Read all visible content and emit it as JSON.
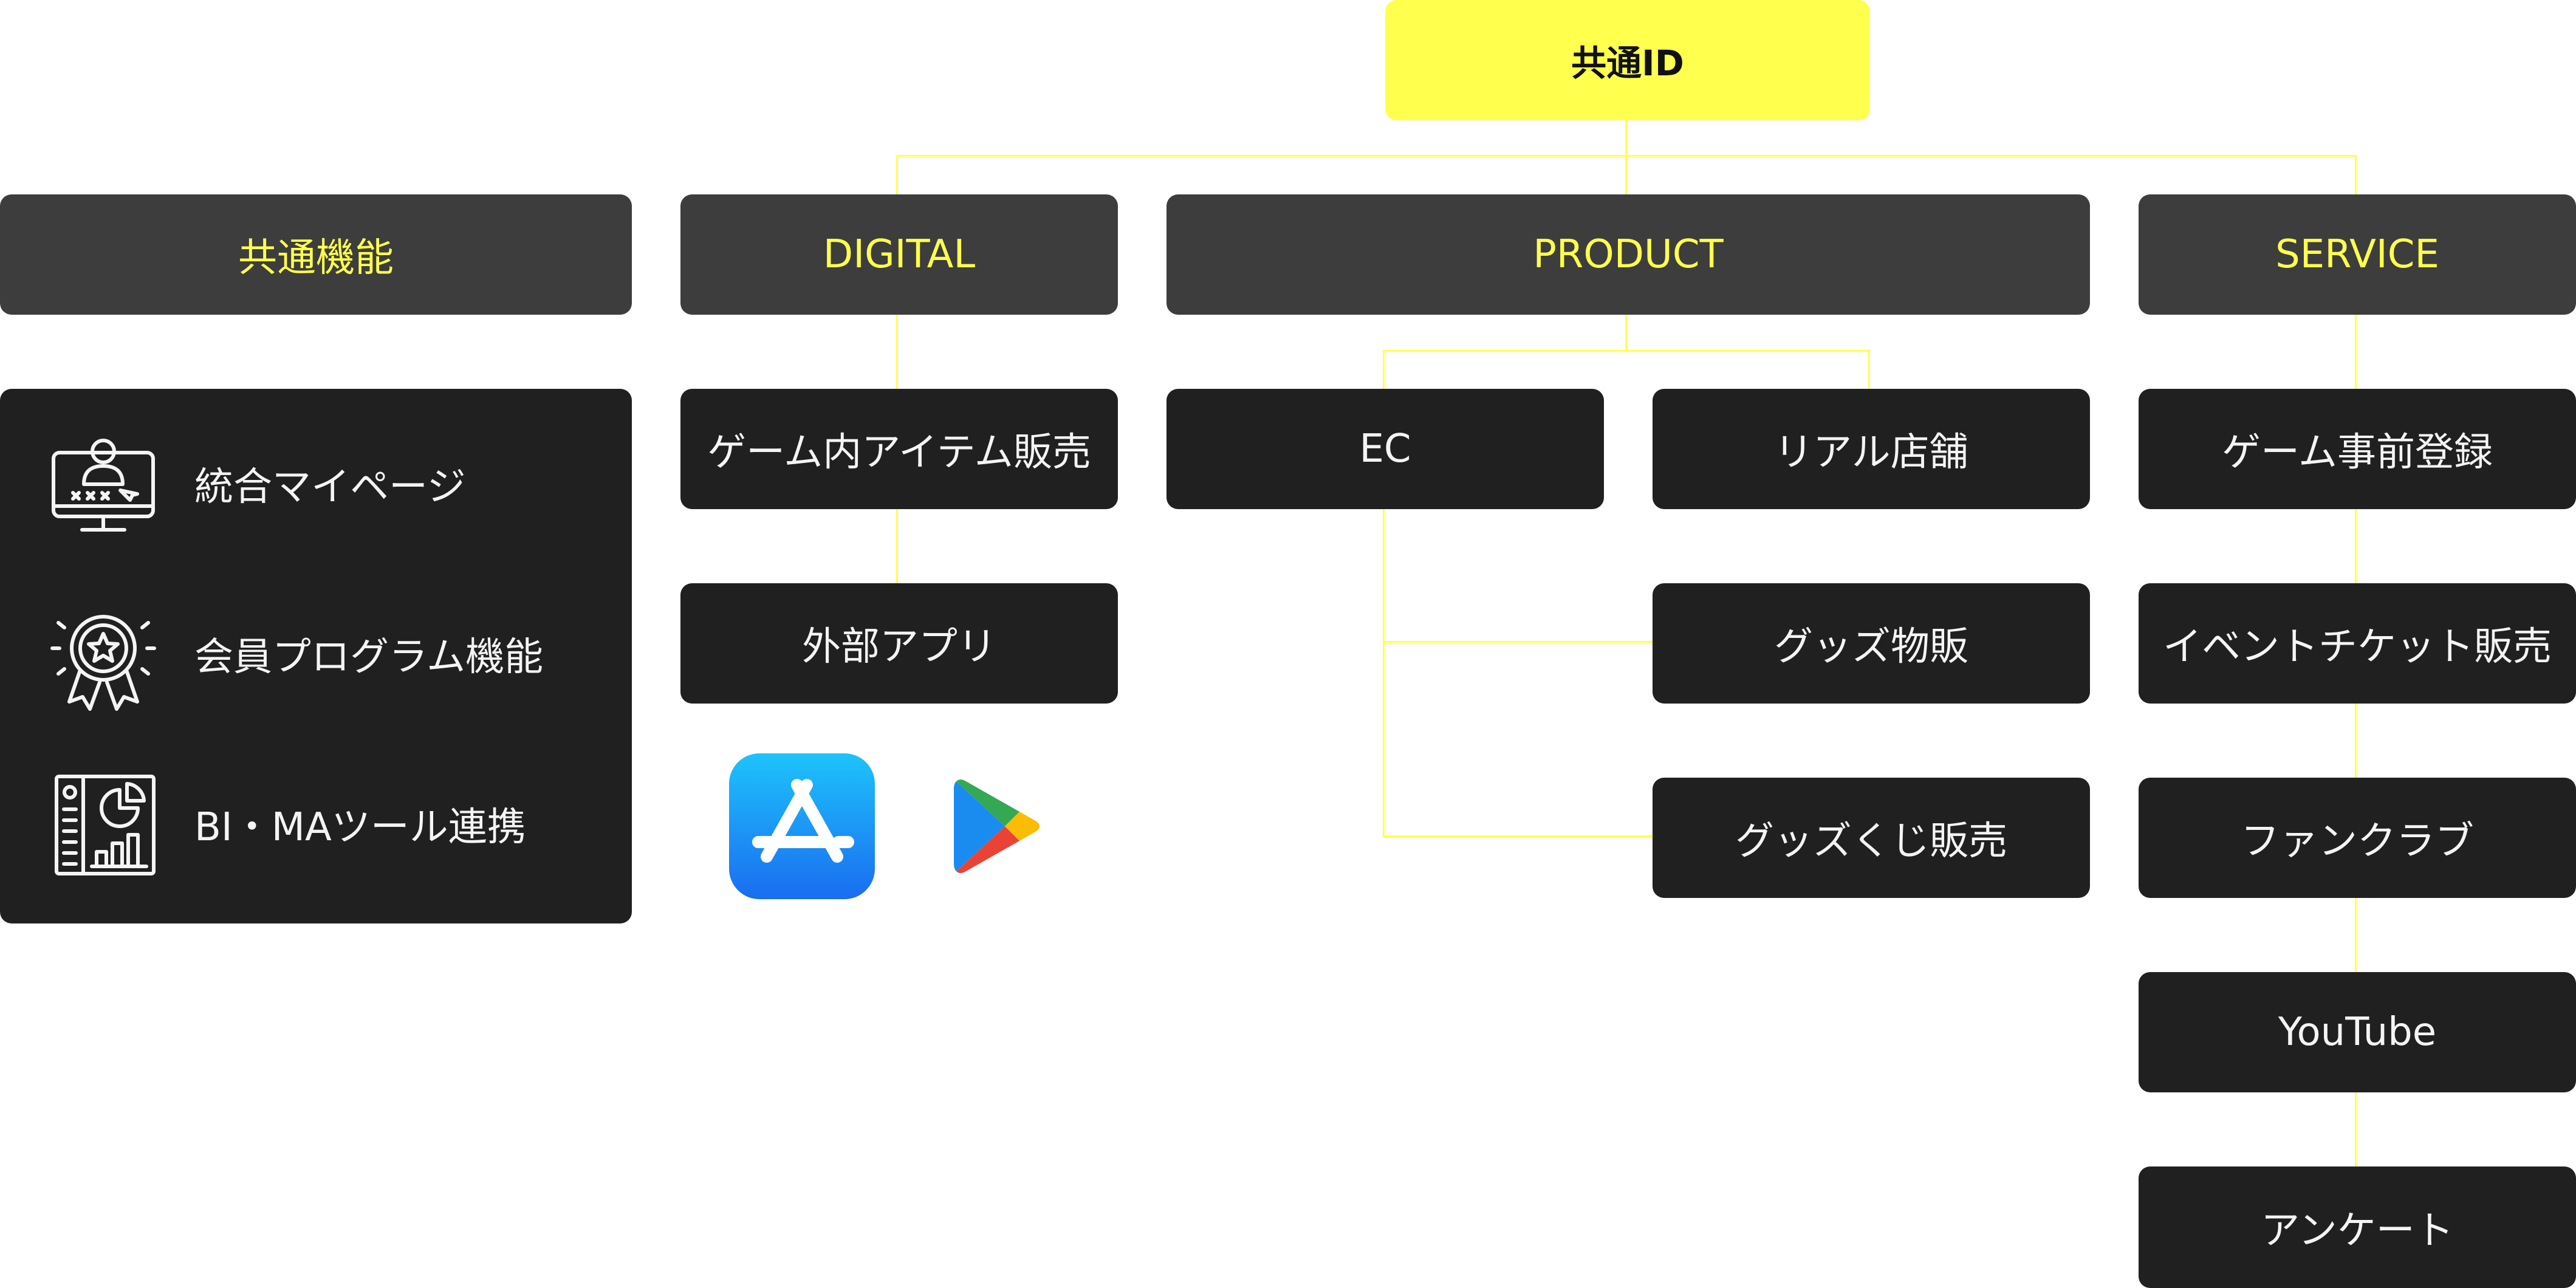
{
  "root": {
    "label": "共通ID"
  },
  "categories": {
    "common": "共通機能",
    "digital": "DIGITAL",
    "product": "PRODUCT",
    "service": "SERVICE"
  },
  "common_features": [
    {
      "icon": "user-monitor-icon",
      "label": "統合マイページ"
    },
    {
      "icon": "award-badge-icon",
      "label": "会員プログラム機能"
    },
    {
      "icon": "dashboard-chart-icon",
      "label": "BI・MAツール連携"
    }
  ],
  "digital": {
    "items": [
      "ゲーム内アイテム販売",
      "外部アプリ"
    ],
    "store_icons": [
      "app-store-icon",
      "google-play-icon"
    ]
  },
  "product": {
    "ec": "EC",
    "real_store": "リアル店舗",
    "sub_items": [
      "グッズ物販",
      "グッズくじ販売"
    ]
  },
  "service": {
    "items": [
      "ゲーム事前登録",
      "イベントチケット販売",
      "ファンクラブ",
      "YouTube",
      "アンケート"
    ]
  },
  "colors": {
    "accent": "#ffff4d",
    "dark_box": "#202020",
    "category_box": "#3d3d3d",
    "text_light": "#f4f4f4"
  }
}
